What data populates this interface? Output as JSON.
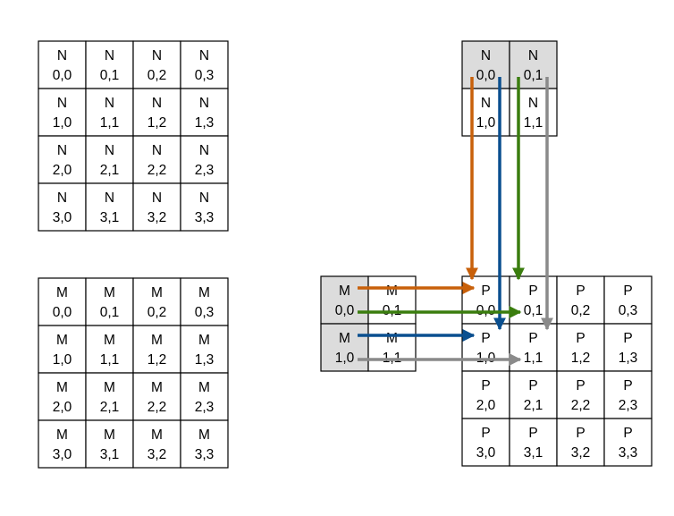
{
  "matrices": {
    "N": {
      "cells": [
        [
          "N",
          "0,0"
        ],
        [
          "N",
          "0,1"
        ],
        [
          "N",
          "0,2"
        ],
        [
          "N",
          "0,3"
        ],
        [
          "N",
          "1,0"
        ],
        [
          "N",
          "1,1"
        ],
        [
          "N",
          "1,2"
        ],
        [
          "N",
          "1,3"
        ],
        [
          "N",
          "2,0"
        ],
        [
          "N",
          "2,1"
        ],
        [
          "N",
          "2,2"
        ],
        [
          "N",
          "2,3"
        ],
        [
          "N",
          "3,0"
        ],
        [
          "N",
          "3,1"
        ],
        [
          "N",
          "3,2"
        ],
        [
          "N",
          "3,3"
        ]
      ]
    },
    "M": {
      "cells": [
        [
          "M",
          "0,0"
        ],
        [
          "M",
          "0,1"
        ],
        [
          "M",
          "0,2"
        ],
        [
          "M",
          "0,3"
        ],
        [
          "M",
          "1,0"
        ],
        [
          "M",
          "1,1"
        ],
        [
          "M",
          "1,2"
        ],
        [
          "M",
          "1,3"
        ],
        [
          "M",
          "2,0"
        ],
        [
          "M",
          "2,1"
        ],
        [
          "M",
          "2,2"
        ],
        [
          "M",
          "2,3"
        ],
        [
          "M",
          "3,0"
        ],
        [
          "M",
          "3,1"
        ],
        [
          "M",
          "3,2"
        ],
        [
          "M",
          "3,3"
        ]
      ]
    },
    "N_tile": {
      "cells": [
        [
          "N",
          "0,0"
        ],
        [
          "N",
          "0,1"
        ],
        [
          "N",
          "1,0"
        ],
        [
          "N",
          "1,1"
        ]
      ],
      "shaded_row": 0
    },
    "M_tile": {
      "cells": [
        [
          "M",
          "0,0"
        ],
        [
          "M",
          "0,1"
        ],
        [
          "M",
          "1,0"
        ],
        [
          "M",
          "1,1"
        ]
      ],
      "shaded_col": 0
    },
    "P": {
      "cells": [
        [
          "P",
          "0,0"
        ],
        [
          "P",
          "0,1"
        ],
        [
          "P",
          "0,2"
        ],
        [
          "P",
          "0,3"
        ],
        [
          "P",
          "1,0"
        ],
        [
          "P",
          "1,1"
        ],
        [
          "P",
          "1,2"
        ],
        [
          "P",
          "1,3"
        ],
        [
          "P",
          "2,0"
        ],
        [
          "P",
          "2,1"
        ],
        [
          "P",
          "2,2"
        ],
        [
          "P",
          "2,3"
        ],
        [
          "P",
          "3,0"
        ],
        [
          "P",
          "3,1"
        ],
        [
          "P",
          "3,2"
        ],
        [
          "P",
          "3,3"
        ]
      ]
    }
  },
  "arrows": [
    {
      "from": "N 0,0",
      "to": "P 0,0",
      "color": "#c8600a"
    },
    {
      "from": "N 0,0",
      "to": "P 1,0",
      "color": "#0a4f8f"
    },
    {
      "from": "N 0,1",
      "to": "P 0,1",
      "color": "#3a7d0e"
    },
    {
      "from": "N 0,1",
      "to": "P 1,1",
      "color": "#8a8a8a"
    },
    {
      "from": "M 0,0",
      "to": "P 0,0",
      "color": "#c8600a"
    },
    {
      "from": "M 0,0",
      "to": "P 0,1",
      "color": "#3a7d0e"
    },
    {
      "from": "M 1,0",
      "to": "P 1,0",
      "color": "#0a4f8f"
    },
    {
      "from": "M 1,0",
      "to": "P 1,1",
      "color": "#8a8a8a"
    }
  ]
}
